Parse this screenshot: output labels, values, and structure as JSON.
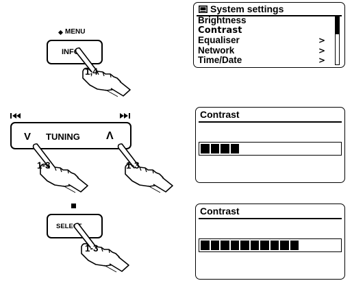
{
  "screens": {
    "system_settings": {
      "title": "System settings",
      "items": [
        {
          "label": "Brightness",
          "arrow": ""
        },
        {
          "label": "Contrast",
          "arrow": ""
        },
        {
          "label": "Equaliser",
          "arrow": ">"
        },
        {
          "label": "Network",
          "arrow": ">"
        },
        {
          "label": "Time/Date",
          "arrow": ">"
        }
      ],
      "selected_item": "Contrast"
    },
    "contrast_low": {
      "title": "Contrast",
      "level_fraction": 0.29
    },
    "contrast_high": {
      "title": "Contrast",
      "level_fraction": 0.71
    }
  },
  "controls": {
    "info_button": {
      "label": "INFO",
      "caption": "MENU",
      "steps": "1,4"
    },
    "tuning": {
      "label": "TUNING",
      "down_symbol": "V",
      "up_symbol": "Λ",
      "step_left": "1-3",
      "step_right": "1-3"
    },
    "select_button": {
      "label": "SELECT",
      "steps": "1-3"
    }
  },
  "icons": {
    "info_caption": "diamond-icon",
    "skip_back": "skip-back-icon",
    "skip_forward": "skip-forward-icon",
    "select_caption": "stop-square-icon",
    "pointer": "pointing-hand-icon",
    "title_icon": "screen-icon"
  }
}
